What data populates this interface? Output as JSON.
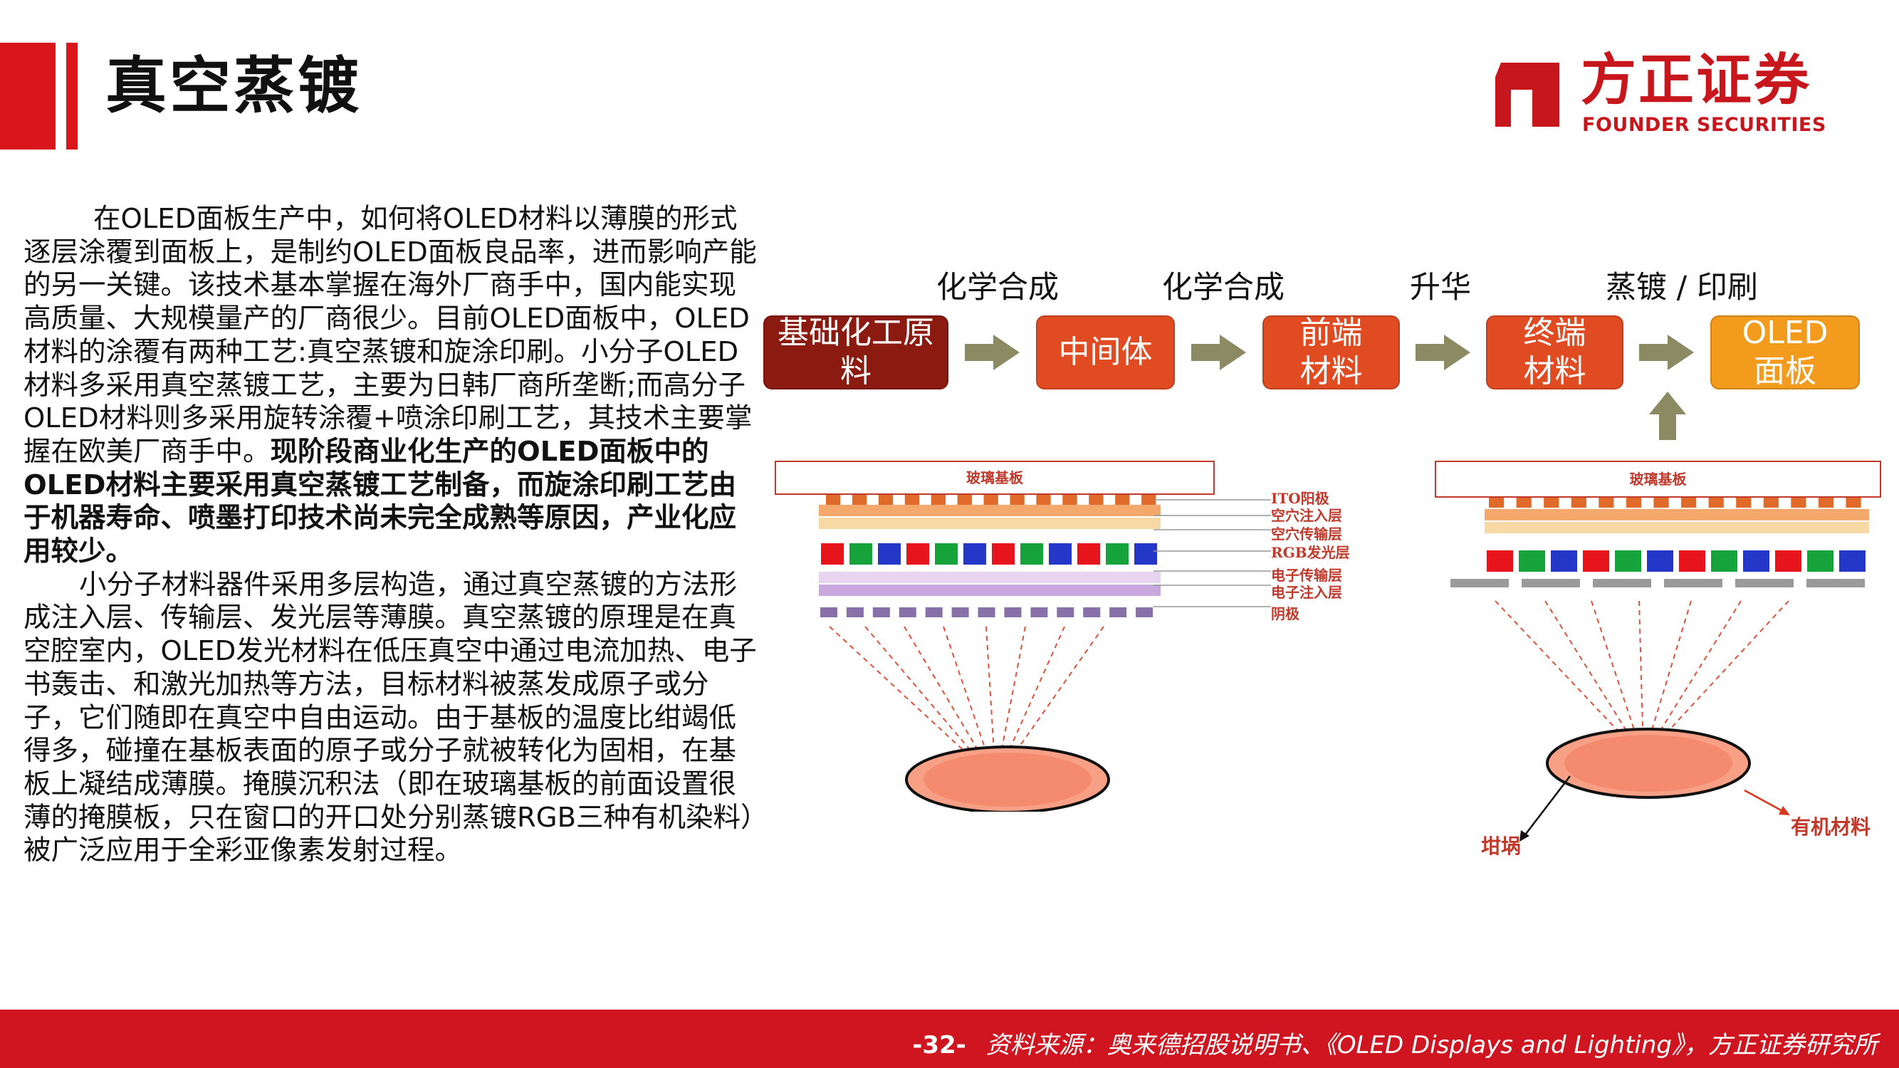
{
  "header": {
    "title": "真空蒸镀",
    "logo_cn": "方正证券",
    "logo_en": "FOUNDER SECURITIES"
  },
  "body": {
    "p1_normal_1": "在OLED面板生产中，如何将OLED材料以薄膜的形式逐层涂覆到面板上，是制约OLED面板良品率，进而影响产能的另一关键。该技术基本掌握在海外厂商手中，国内能实现高质量、大规模量产的厂商很少。目前OLED面板中，OLED 材料的涂覆有两种工艺:真空蒸镀和旋涂印刷。小分子OLED材料多采用真空蒸镀工艺，主要为日韩厂商所垄断;而高分子OLED材料则多采用旋转涂覆+喷涂印刷工艺，其技术主要掌握在欧美厂商手中。",
    "p1_bold": "现阶段商业化生产的OLED面板中的OLED材料主要采用真空蒸镀工艺制备，而旋涂印刷工艺由于机器寿命、喷墨打印技术尚未完全成熟等原因，产业化应用较少。",
    "p2": "小分子材料器件采用多层构造，通过真空蒸镀的方法形成注入层、传输层、发光层等薄膜。真空蒸镀的原理是在真空腔室内，OLED发光材料在低压真空中通过电流加热、电子书轰击、和激光加热等方法，目标材料被蒸发成原子或分子，它们随即在真空中自由运动。由于基板的温度比绀竭低得多，碰撞在基板表面的原子或分子就被转化为固相，在基板上凝结成薄膜。掩膜沉积法（即在玻璃基板的前面设置很薄的掩膜板，只在窗口的开口处分别蒸镀RGB三种有机染料）被广泛应用于全彩亚像素发射过程。"
  },
  "flow": {
    "step_labels": [
      "化学合成",
      "化学合成",
      "升华",
      "蒸镀 / 印刷"
    ],
    "boxes": [
      {
        "label": "基础化工原料",
        "color": "#8b1a10"
      },
      {
        "label": "中间体",
        "color": "#e04b22"
      },
      {
        "label": "前端材料",
        "color": "#e04b22"
      },
      {
        "label": "终端材料",
        "color": "#e04b22"
      },
      {
        "label": "OLED面板",
        "color": "#f29b1d"
      }
    ],
    "arrow_color": "#8c8a63"
  },
  "diagram_left": {
    "substrate_label": "玻璃基板",
    "layer_labels": [
      "ITO阳极",
      "空穴注入层",
      "空穴传输层",
      "RGB发光层",
      "电子传输层",
      "电子注入层",
      "阴极"
    ]
  },
  "diagram_right": {
    "substrate_label": "玻璃基板",
    "crucible_label": "坩埚",
    "material_label": "有机材料"
  },
  "footer": {
    "page_number": "-32-",
    "source": "资料来源：奥来德招股说明书、《OLED Displays and Lighting》，方正证券研究所"
  }
}
